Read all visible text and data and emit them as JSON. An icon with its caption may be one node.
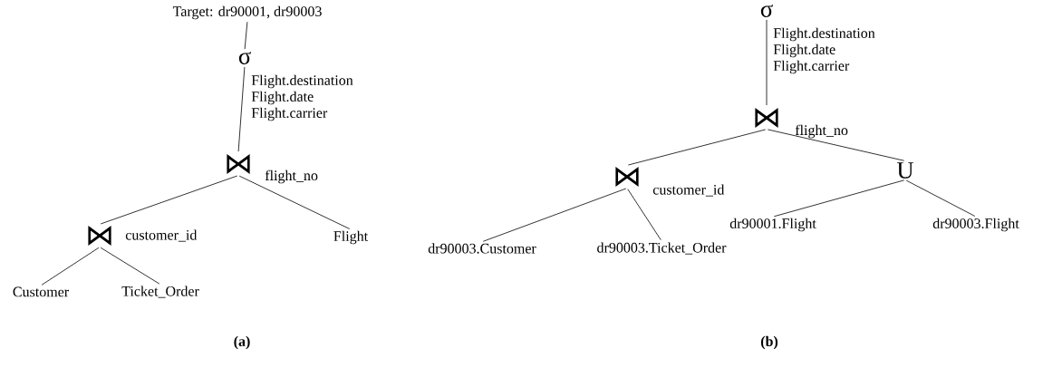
{
  "diagram": {
    "nodes": [
      {
        "text": [
          "Target: dr90001, dr90003"
        ]
      },
      {
        "text": [
          "σ"
        ],
        "beside": [
          "Flight.destination",
          "Flight.date",
          "Flight.carrier"
        ]
      },
      {
        "text": [
          "⋈"
        ],
        "beside": [
          "flight_no"
        ]
      },
      {
        "text": [
          "⋈"
        ],
        "beside": [
          "customer_id"
        ]
      },
      {
        "text": [
          "Flight"
        ]
      },
      {
        "text": [
          "Customer"
        ]
      },
      {
        "text": [
          "Ticket_Order"
        ]
      },
      {
        "text": [
          "σ"
        ],
        "beside": [
          "Flight.destination",
          "Flight.date",
          "Flight.carrier"
        ]
      },
      {
        "text": [
          "⋈"
        ],
        "beside": [
          "flight_no"
        ]
      },
      {
        "text": [
          "⋈"
        ],
        "beside": [
          "customer_id"
        ]
      },
      {
        "text": [
          "U"
        ]
      },
      {
        "text": [
          "dr90003.Customer"
        ]
      },
      {
        "text": [
          "dr90003.Ticket_Order"
        ]
      },
      {
        "text": [
          "dr90001.Flight"
        ]
      },
      {
        "text": [
          "dr90003.Flight"
        ]
      }
    ],
    "edges": [
      {
        "from": 0,
        "to": 1,
        "arrow": "none"
      },
      {
        "from": 1,
        "to": 2,
        "arrow": "none"
      },
      {
        "from": 2,
        "to": 3,
        "arrow": "none"
      },
      {
        "from": 2,
        "to": 4,
        "arrow": "none"
      },
      {
        "from": 3,
        "to": 5,
        "arrow": "none"
      },
      {
        "from": 3,
        "to": 6,
        "arrow": "none"
      },
      {
        "from": 7,
        "to": 8,
        "arrow": "none"
      },
      {
        "from": 8,
        "to": 9,
        "arrow": "none"
      },
      {
        "from": 8,
        "to": 10,
        "arrow": "none"
      },
      {
        "from": 9,
        "to": 11,
        "arrow": "none"
      },
      {
        "from": 9,
        "to": 12,
        "arrow": "none"
      },
      {
        "from": 10,
        "to": 13,
        "arrow": "none"
      },
      {
        "from": 10,
        "to": 14,
        "arrow": "none"
      }
    ],
    "labels": [
      "(a)",
      "(b)"
    ]
  }
}
